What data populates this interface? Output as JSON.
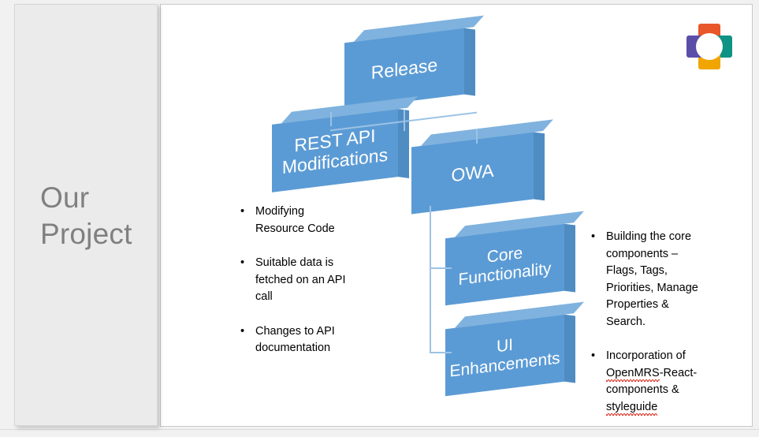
{
  "slide": {
    "title": "Our\nProject",
    "logo": {
      "name": "openmrs-logo",
      "colors": {
        "top": "#e8562a",
        "right": "#0e9384",
        "bottom": "#f0a500",
        "left": "#5b4ea8",
        "center": "#ffffff"
      }
    },
    "accent_blue": "#5b9bd5",
    "connector_blue": "#9cc3e5",
    "title_color": "#808080"
  },
  "diagram": {
    "type": "hierarchy",
    "nodes": [
      {
        "id": "release",
        "label": "Release"
      },
      {
        "id": "rest",
        "label": "REST API\nModifications"
      },
      {
        "id": "owa",
        "label": "OWA"
      },
      {
        "id": "core",
        "label": "Core\nFunctionality"
      },
      {
        "id": "ui",
        "label": "UI\nEnhancements"
      }
    ],
    "edges": [
      {
        "from": "release",
        "to": "rest"
      },
      {
        "from": "release",
        "to": "owa"
      },
      {
        "from": "owa",
        "to": "core"
      },
      {
        "from": "owa",
        "to": "ui"
      }
    ]
  },
  "bullets_left": {
    "marker": "•",
    "items": [
      "Modifying\nResource Code",
      "Suitable data is\nfetched on an API\ncall",
      "Changes to API\ndocumentation"
    ]
  },
  "bullets_right": {
    "marker": "•",
    "items": [
      {
        "plain_prefix": "Building the core components – Flags, Tags, Priorities, Manage Properties & Search.",
        "segments": [
          {
            "text": "Building the core\ncomponents –\nFlags, Tags,\nPriorities, Manage\nProperties &\nSearch.",
            "misspelled": false
          }
        ]
      },
      {
        "plain_prefix": "Incorporation of OpenMRS-React-components & styleguide",
        "segments": [
          {
            "text": "Incorporation of\n",
            "misspelled": false
          },
          {
            "text": "OpenMRS",
            "misspelled": true
          },
          {
            "text": "-React-\ncomponents &\n",
            "misspelled": false
          },
          {
            "text": "styleguide",
            "misspelled": true
          }
        ]
      }
    ]
  }
}
